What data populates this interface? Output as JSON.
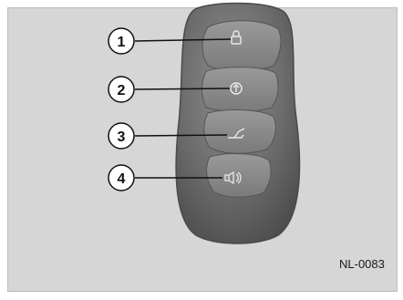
{
  "figure": {
    "code": "NL-0083",
    "callouts": [
      "1",
      "2",
      "3",
      "4"
    ],
    "buttons": [
      "lock-icon",
      "unlock-icon",
      "trunk-icon",
      "horn-icon"
    ]
  }
}
